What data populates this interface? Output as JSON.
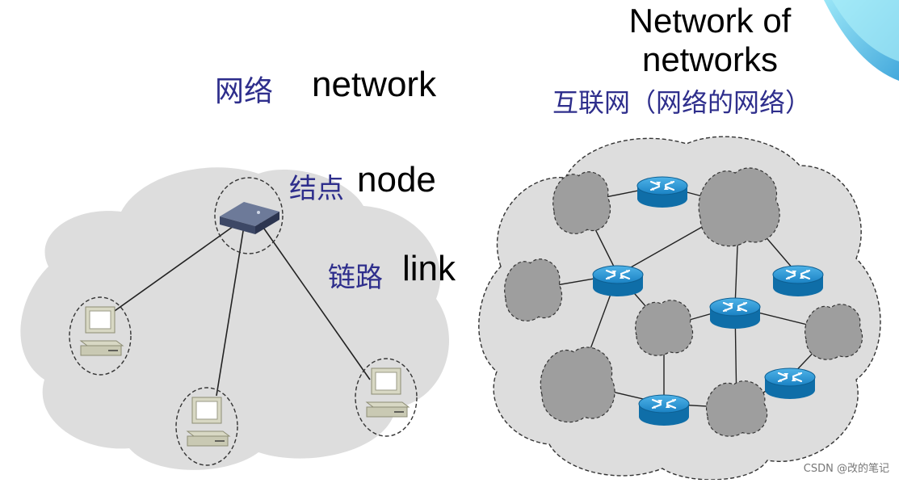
{
  "left_panel": {
    "title_cn": "网络",
    "title_en": "network",
    "node_cn": "结点",
    "node_en": "node",
    "link_cn": "链路",
    "link_en": "link"
  },
  "right_panel": {
    "title_en": "Network of networks",
    "title_cn": "互联网（网络的网络）"
  },
  "watermark": "CSDN @改的笔记",
  "colors": {
    "cloud_fill": "#dddddd",
    "small_cloud_fill": "#9e9e9e",
    "router_blue": "#1a82c4",
    "chinese_text": "#2e2e8c",
    "link_line": "#222222",
    "dashed_outline": "#333333",
    "computer_body": "#d8d8c4"
  },
  "icons": {
    "switch": "network-switch-icon",
    "computer": "computer-icon",
    "router": "router-icon",
    "network_cloud": "network-cloud-icon"
  }
}
